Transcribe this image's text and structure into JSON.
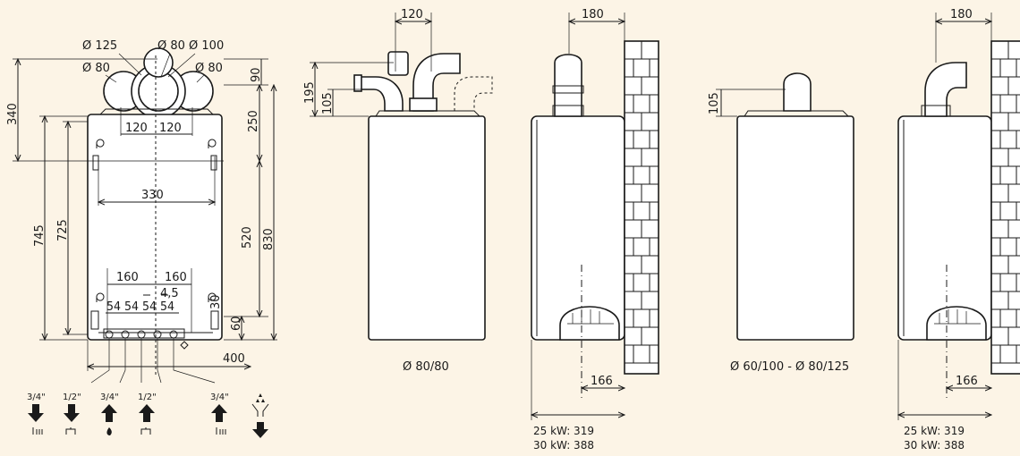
{
  "front_view": {
    "dims": {
      "d125": "Ø 125",
      "d80_100": "Ø 80 Ø 100",
      "d80_left": "Ø 80",
      "d80_right": "Ø 80",
      "h340": "340",
      "h90": "90",
      "h250": "250",
      "w120a": "120",
      "w120b": "120",
      "w330": "330",
      "h745": "745",
      "h725": "725",
      "h520": "520",
      "h830": "830",
      "w160a": "160",
      "w160b": "160",
      "w4_5": "4,5",
      "w54": "54 54 54 54",
      "h30": "30",
      "h60": "60",
      "w400": "400"
    },
    "connections": [
      {
        "size": "3/4\"",
        "arrow": "down-arrow-icon",
        "symbol": "radiator-icon"
      },
      {
        "size": "1/2\"",
        "arrow": "down-arrow-icon",
        "symbol": "tap-icon"
      },
      {
        "size": "3/4\"",
        "arrow": "up-arrow-icon",
        "symbol": "flame-icon"
      },
      {
        "size": "1/2\"",
        "arrow": "up-arrow-icon",
        "symbol": "tap-icon"
      },
      {
        "size": "3/4\"",
        "arrow": "up-arrow-icon",
        "symbol": "radiator-icon"
      },
      {
        "size": "",
        "arrow": "down-arrow-icon",
        "symbol": "drain-icon"
      }
    ]
  },
  "view_80_80": {
    "w120": "120",
    "h195": "195",
    "h105": "105",
    "caption": "Ø 80/80"
  },
  "side_view_1": {
    "w180": "180",
    "w166": "166",
    "depth_25": "25 kW: 319",
    "depth_30": "30 kW: 388"
  },
  "view_60_100": {
    "h105": "105",
    "caption": "Ø 60/100 - Ø 80/125"
  },
  "side_view_2": {
    "w180": "180",
    "w166": "166",
    "depth_25": "25 kW: 319",
    "depth_30": "30 kW: 388"
  },
  "colors": {
    "background": "#fcf4e6",
    "line": "#1a1a1a",
    "fill": "#ffffff"
  }
}
